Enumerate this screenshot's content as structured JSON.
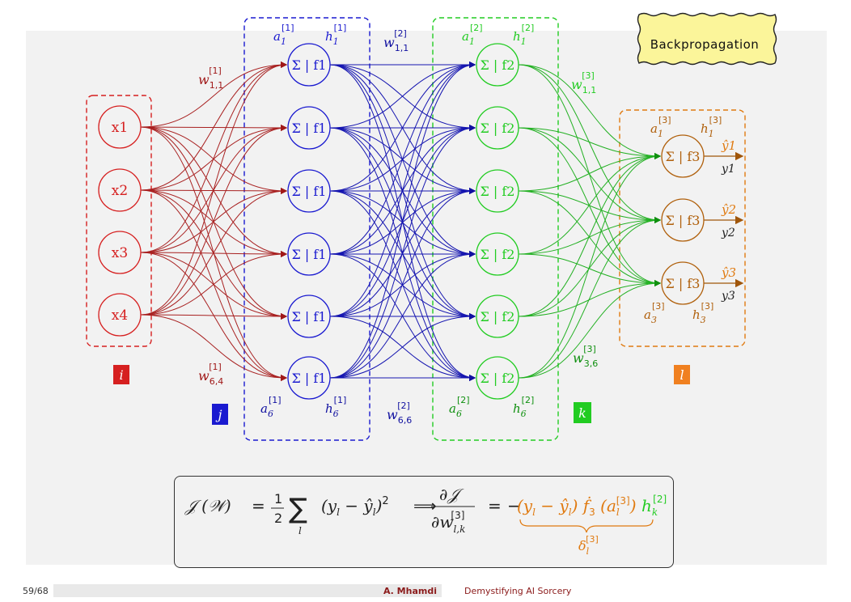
{
  "title": "Backpropagation",
  "layers": {
    "input": {
      "label": "i",
      "color": "#d62020",
      "nodes": [
        "x1",
        "x2",
        "x3",
        "x4"
      ]
    },
    "hidden1": {
      "label": "j",
      "color": "#1a1ad0",
      "node_text": "Σ | f1",
      "top_a": "a1[1]",
      "top_h": "h1[1]",
      "bottom_a": "a6[1]",
      "bottom_h": "h6[1]"
    },
    "hidden2": {
      "label": "k",
      "color": "#22cc22",
      "node_text": "Σ | f2",
      "top_a": "a1[2]",
      "top_h": "h1[2]",
      "bottom_a": "a6[2]",
      "bottom_h": "h6[2]"
    },
    "output": {
      "label": "l",
      "color": "#e07a10",
      "node_text": "Σ | f3",
      "top_a": "a1[3]",
      "top_h": "h1[3]",
      "bottom_a": "a3[3]",
      "bottom_h": "h3[3]",
      "pred": [
        "ŷ1",
        "ŷ2",
        "ŷ3"
      ],
      "target": [
        "y1",
        "y2",
        "y3"
      ]
    }
  },
  "weights": {
    "w1_top": "w1,1[1]",
    "w1_bottom": "w6,4[1]",
    "w2_top": "w1,1[2]",
    "w2_bottom": "w6,6[2]",
    "w3_top": "w1,1[3]",
    "w3_bottom": "w3,6[3]"
  },
  "formula": {
    "lhs": "𝒥 (𝒲) = ½ ∑ (yl − ŷl)² ⟹ ∂𝒥/∂wl,k[3] = −(yl − ŷl) ḟ3 (al[3]) hk[2]",
    "delta": "δl[3]"
  },
  "footer": {
    "page": "59/68",
    "author": "A. Mhamdi",
    "talk": "Demystifying AI Sorcery"
  }
}
